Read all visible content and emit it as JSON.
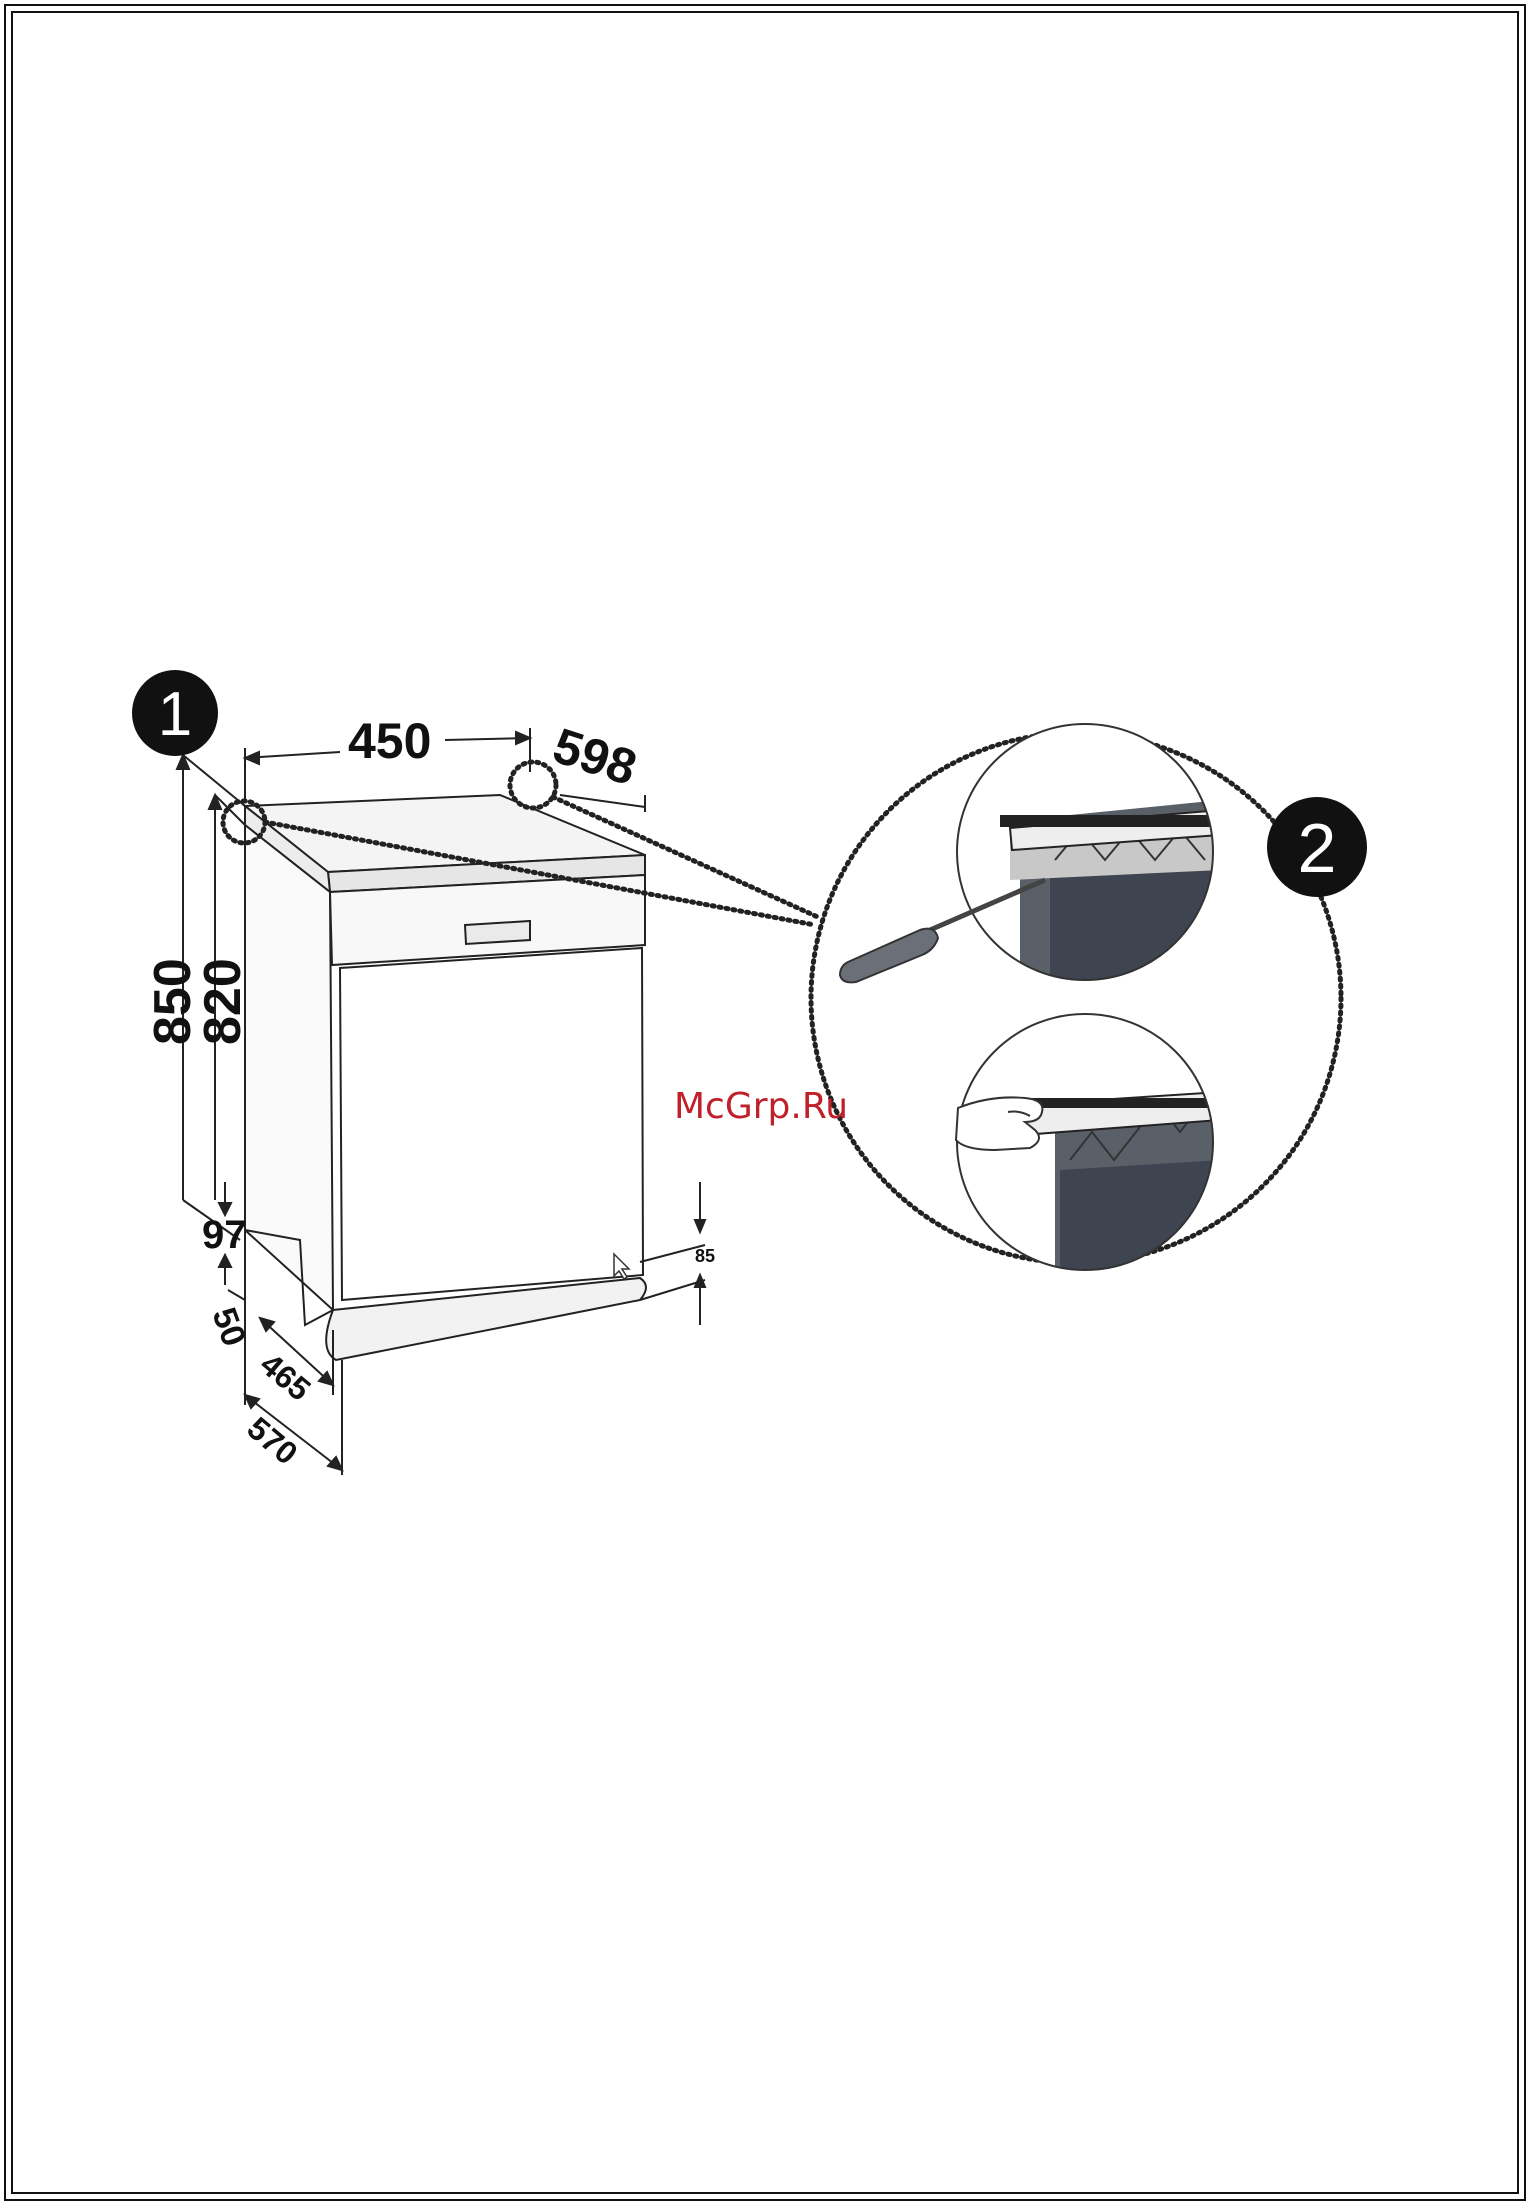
{
  "dimensions": {
    "width": "450",
    "depth_top": "598",
    "height_total": "850",
    "height_body": "820",
    "plinth_height": "97",
    "plinth_offset": "50",
    "depth_body": "465",
    "depth_total": "570",
    "kick_height": "85"
  },
  "badges": {
    "step1": "1",
    "step2": "2"
  },
  "watermark": {
    "text": "McGrp.Ru",
    "color": "#c0202a"
  },
  "icons": [
    "screwdriver-icon",
    "hand-icon",
    "cursor-icon"
  ]
}
